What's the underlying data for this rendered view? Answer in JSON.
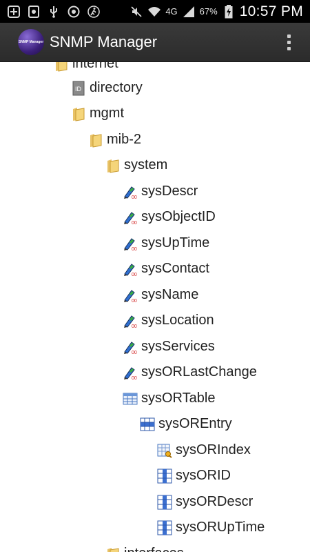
{
  "status_bar": {
    "network": "4G",
    "battery": "67%",
    "time": "10:57 PM"
  },
  "app_bar": {
    "logo_text": "SNMP Manager",
    "title": "SNMP Manager"
  },
  "tree": [
    {
      "label": "internet",
      "icon": "folder-icon"
    },
    {
      "label": "directory",
      "icon": "document-icon"
    },
    {
      "label": "mgmt",
      "icon": "folder-icon"
    },
    {
      "label": "mib-2",
      "icon": "folder-icon"
    },
    {
      "label": "system",
      "icon": "folder-icon"
    },
    {
      "label": "sysDescr",
      "icon": "scalar-icon"
    },
    {
      "label": "sysObjectID",
      "icon": "scalar-icon"
    },
    {
      "label": "sysUpTime",
      "icon": "scalar-icon"
    },
    {
      "label": "sysContact",
      "icon": "scalar-icon"
    },
    {
      "label": "sysName",
      "icon": "scalar-icon"
    },
    {
      "label": "sysLocation",
      "icon": "scalar-icon"
    },
    {
      "label": "sysServices",
      "icon": "scalar-icon"
    },
    {
      "label": "sysORLastChange",
      "icon": "scalar-icon"
    },
    {
      "label": "sysORTable",
      "icon": "table-icon"
    },
    {
      "label": "sysOREntry",
      "icon": "entry-icon"
    },
    {
      "label": "sysORIndex",
      "icon": "index-column-icon"
    },
    {
      "label": "sysORID",
      "icon": "column-icon"
    },
    {
      "label": "sysORDescr",
      "icon": "column-icon"
    },
    {
      "label": "sysORUpTime",
      "icon": "column-icon"
    },
    {
      "label": "interfaces",
      "icon": "folder-icon"
    }
  ]
}
